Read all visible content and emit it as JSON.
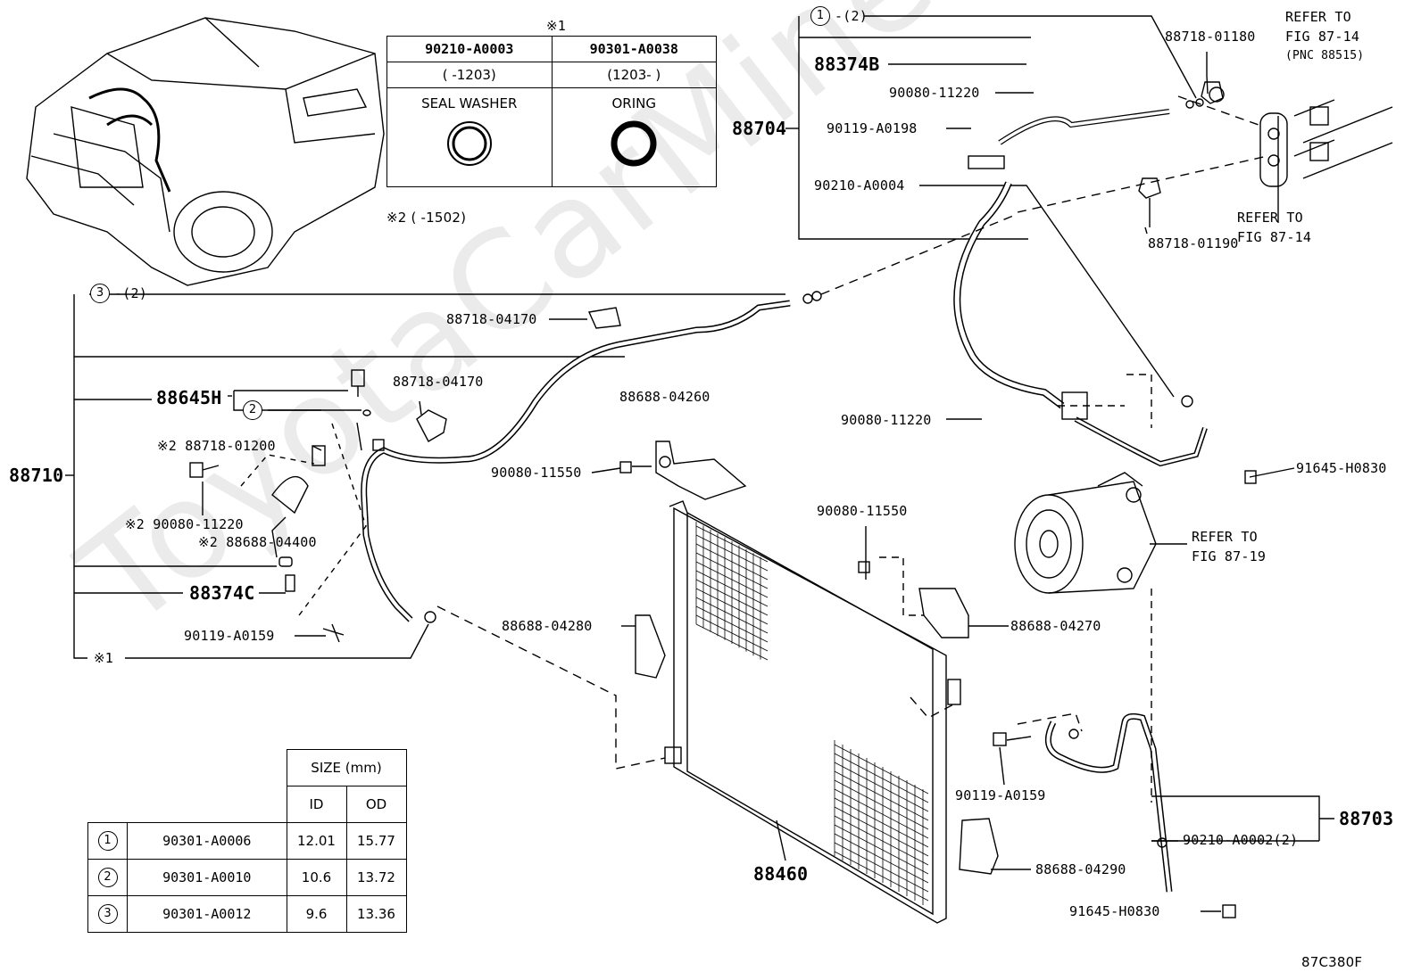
{
  "watermark": "ToyotaCarMine.ru",
  "figure_code": "87C380F",
  "labels": {
    "l_88704": "88704",
    "l_88710": "88710",
    "l_88703": "88703",
    "l_88460": "88460",
    "l_88374B": "88374B",
    "l_88374C": "88374C",
    "l_88645H": "88645H",
    "l_88718_01180": "88718-01180",
    "l_88718_01190": "88718-01190",
    "l_90080_11220_top": "90080-11220",
    "l_90119_A0198": "90119-A0198",
    "l_90210_A0004": "90210-A0004",
    "l_88718_04170_a": "88718-04170",
    "l_88718_04170_b": "88718-04170",
    "l_88688_04260": "88688-04260",
    "l_90080_11220_mid": "90080-11220",
    "l_91645_H0830_a": "91645-H0830",
    "l_90080_11550_a": "90080-11550",
    "l_90080_11550_b": "90080-11550",
    "l_88718_01200": "※2 88718-01200",
    "l_90080_11220_low": "※2 90080-11220",
    "l_88688_04400": "※2 88688-04400",
    "l_90119_A0159_a": "90119-A0159",
    "l_ref1": "※1",
    "l_88688_04280": "88688-04280",
    "l_88688_04270": "88688-04270",
    "l_90119_A0159_b": "90119-A0159",
    "l_90210_A0002": "90210-A0002(2)",
    "l_88688_04290": "88688-04290",
    "l_91645_H0830_b": "91645-H0830",
    "refer_87_14_top_a": "REFER TO",
    "refer_87_14_top_b": "FIG 87-14",
    "refer_87_14_top_c": "(PNC 88515)",
    "refer_87_14_mid_a": "REFER TO",
    "refer_87_14_mid_b": "FIG 87-14",
    "refer_87_19_a": "REFER TO",
    "refer_87_19_b": "FIG 87-19",
    "mark1_qty": "-(2)",
    "mark3_qty": "-(2)",
    "note2": "※2 (       -1502)"
  },
  "marks": {
    "m1": "1",
    "m2": "2",
    "m3": "3"
  },
  "washer_table": {
    "ref": "※1",
    "col1_part": "90210-A0003",
    "col2_part": "90301-A0038",
    "col1_range": "(       -1203)",
    "col2_range": "(1203-       )",
    "col1_name": "SEAL WASHER",
    "col2_name": "ORING"
  },
  "size_table": {
    "header": "SIZE (mm)",
    "col_id": "ID",
    "col_od": "OD",
    "rows": [
      {
        "mark": "1",
        "part": "90301-A0006",
        "id": "12.01",
        "od": "15.77"
      },
      {
        "mark": "2",
        "part": "90301-A0010",
        "id": "10.6",
        "od": "13.72"
      },
      {
        "mark": "3",
        "part": "90301-A0012",
        "id": "9.6",
        "od": "13.36"
      }
    ]
  }
}
